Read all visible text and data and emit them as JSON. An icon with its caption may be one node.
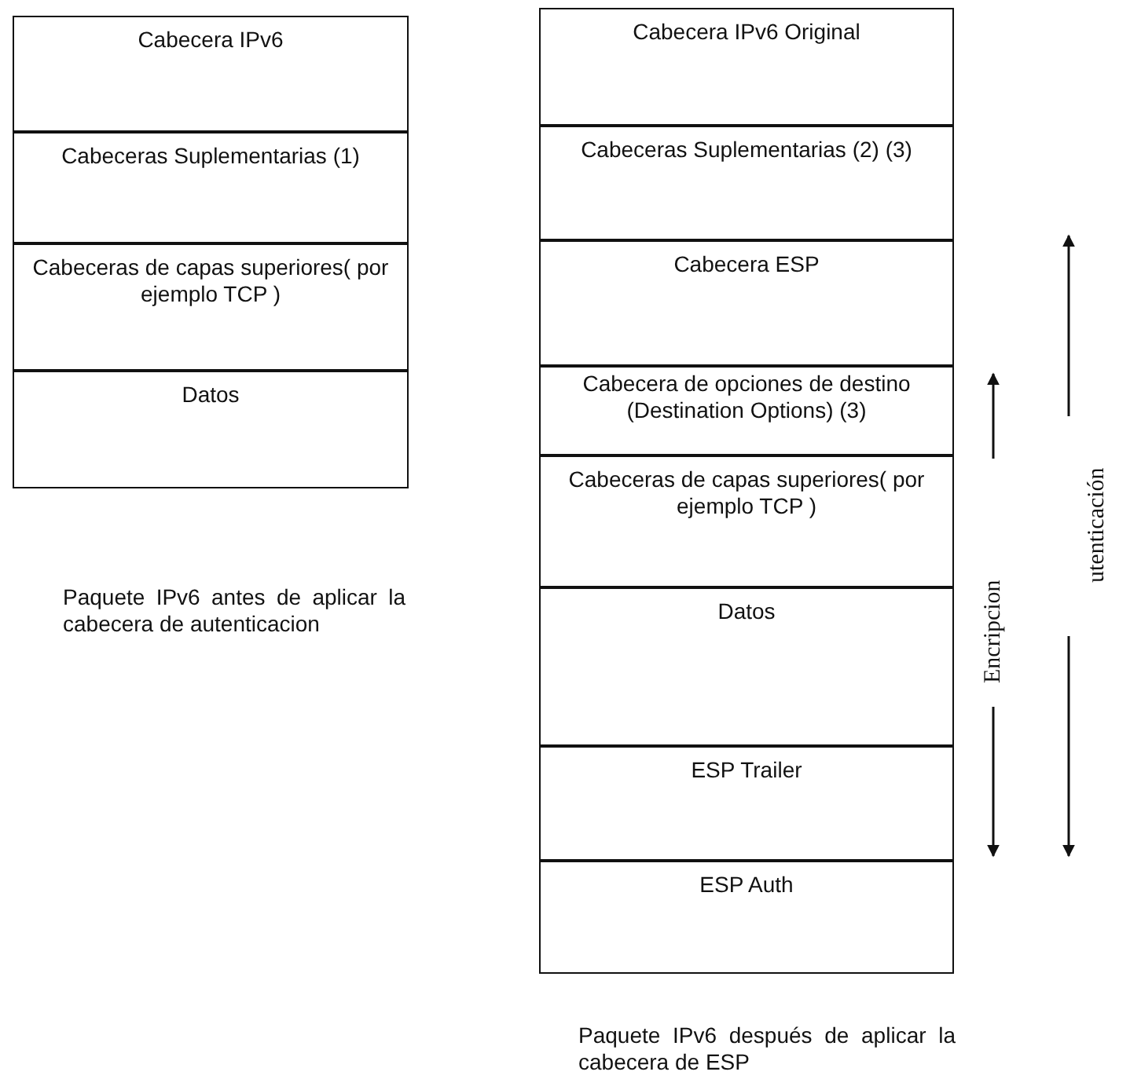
{
  "diagram": {
    "nodes": [
      {
        "text": [
          "Cabecera IPv6"
        ]
      },
      {
        "text": [
          "Cabeceras Suplementarias (1)"
        ]
      },
      {
        "text": [
          "Cabeceras de capas superiores( por ejemplo TCP )"
        ]
      },
      {
        "text": [
          "Datos"
        ]
      },
      {
        "text": [
          "Cabecera IPv6 Original"
        ]
      },
      {
        "text": [
          "Cabeceras Suplementarias (2) (3)"
        ]
      },
      {
        "text": [
          "Cabecera ESP"
        ]
      },
      {
        "text": [
          "Cabecera de opciones de destino (Destination Options) (3)"
        ]
      },
      {
        "text": [
          "Cabeceras de capas superiores( por ejemplo TCP )"
        ]
      },
      {
        "text": [
          "Datos"
        ]
      },
      {
        "text": [
          "ESP Trailer"
        ]
      },
      {
        "text": [
          "ESP Auth"
        ]
      }
    ],
    "labels": [
      "Paquete IPv6 antes de aplicar la cabecera de autenticacion",
      "Encripcion",
      "utenticación",
      "Paquete IPv6 después de aplicar la cabecera de ESP"
    ]
  }
}
